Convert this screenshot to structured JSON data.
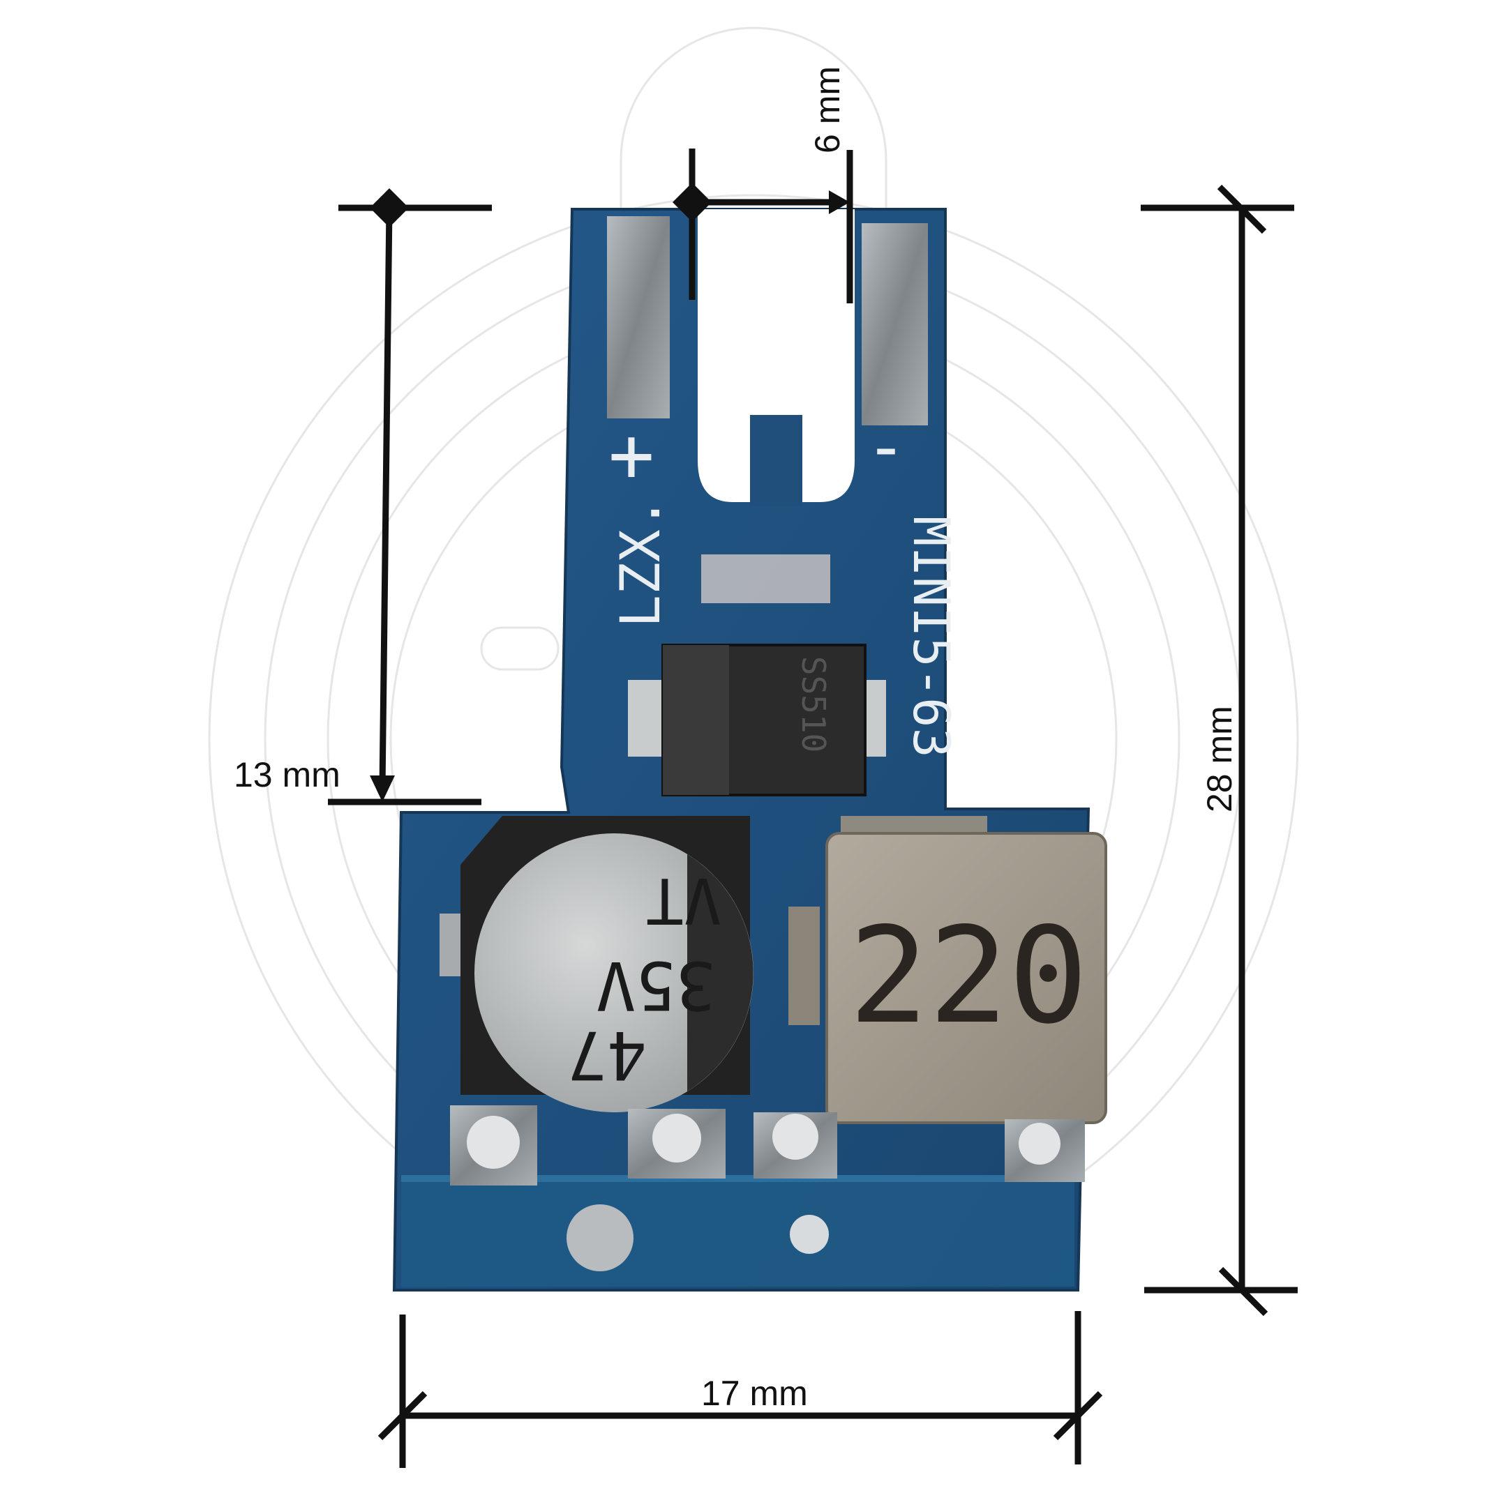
{
  "dimensions": {
    "width_top": "6 mm",
    "height_left": "13 mm",
    "height_right": "28 mm",
    "width_bottom": "17 mm"
  },
  "board": {
    "plus_label": "+",
    "minus_label": "-",
    "silk_left": "LZX.",
    "silk_right": "MINI5-63",
    "diode_marking": "SS510",
    "capacitor_line1": "47",
    "capacitor_line2": "35V",
    "capacitor_line3": "VT",
    "inductor_marking": "220"
  },
  "colors": {
    "pcb_blue": "#1f4f7a",
    "pcb_blue_dark": "#163a5c",
    "solder_pad": "#9aa0a4",
    "capacitor": "#b9bcbd",
    "inductor": "#a39a8c",
    "dimension_line": "#111111"
  }
}
